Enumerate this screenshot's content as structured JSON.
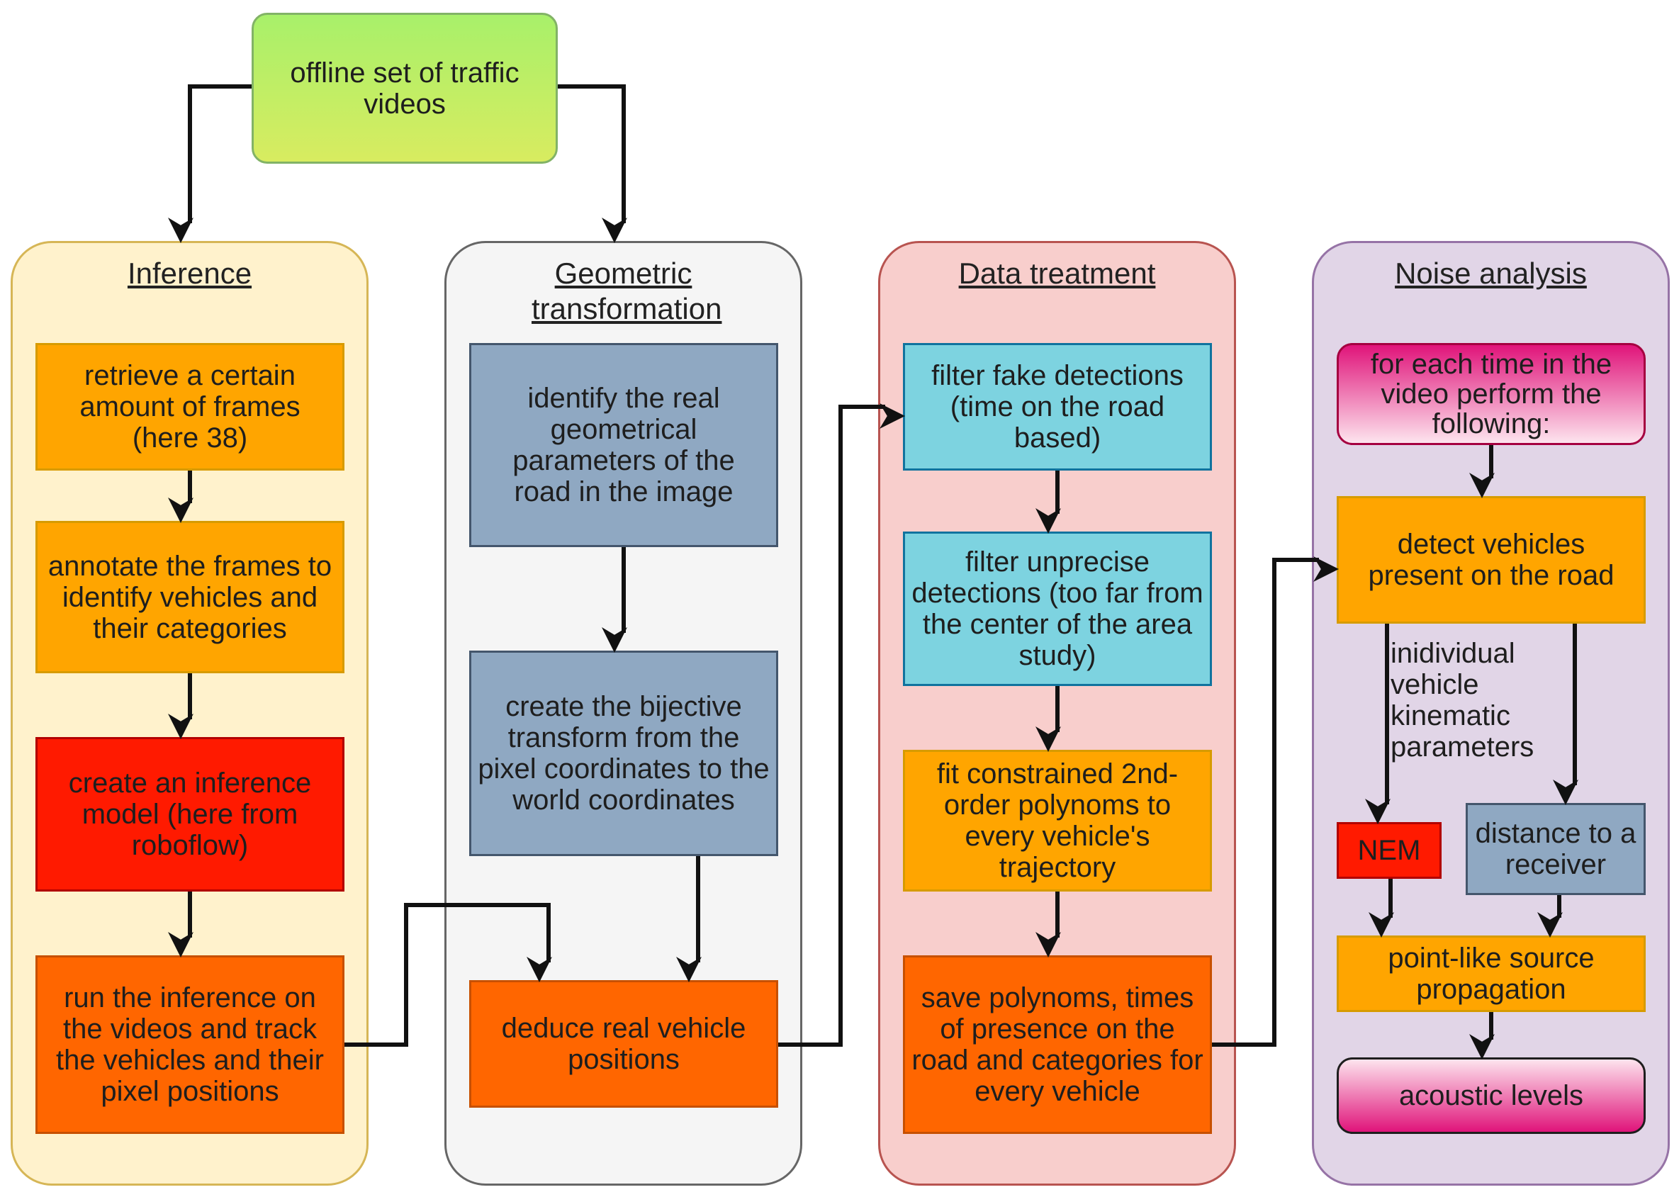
{
  "source": {
    "label": "offline set of traffic videos"
  },
  "lanes": {
    "inference": "Inference",
    "geometric": "Geometric transformation",
    "data": "Data treatment",
    "noise": "Noise analysis"
  },
  "inference": {
    "retrieve": "retrieve a certain amount of frames (here 38)",
    "annotate": "annotate the frames to identify vehicles and their categories",
    "model": "create an inference model (here from roboflow)",
    "run": "run the inference on the videos and track the vehicles and their pixel positions"
  },
  "geometric": {
    "identify": "identify the real geometrical parameters of the road in the image",
    "bijective": "create the bijective transform from the pixel coordinates to the world coordinates",
    "deduce": "deduce real vehicle positions"
  },
  "data": {
    "filter_fake": "filter fake detections (time on the road based)",
    "filter_unprecise": "filter unprecise detections (too far from the center of the area study)",
    "fit": "fit constrained 2nd-order polynoms to every vehicle's trajectory",
    "save": "save polynoms, times of presence on the road and categories for every vehicle"
  },
  "noise": {
    "each_time": "for each time in the video perform the following:",
    "detect": "detect vehicles present on the road",
    "kinematic_note": "inidividual vehicle kinematic parameters",
    "nem": "NEM",
    "distance": "distance to a receiver",
    "propagation": "point-like source propagation",
    "levels": "acoustic levels"
  },
  "colors": {
    "inference_lane": "#fff2cc",
    "geometric_lane": "#f5f5f5",
    "data_lane": "#f8cecc",
    "noise_lane": "#e1d5e7",
    "orange": "#ffa500",
    "dark_orange": "#ff6600",
    "red": "#ff1a00",
    "steel": "#8fa8c2",
    "cyan": "#7dd3e0"
  }
}
